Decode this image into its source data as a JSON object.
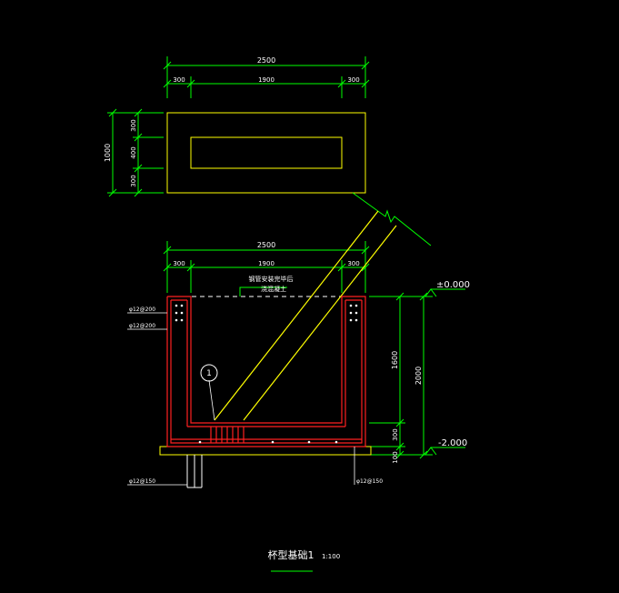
{
  "plan": {
    "dim_total": "2500",
    "dim_left": "300",
    "dim_mid": "1900",
    "dim_right": "300",
    "dim_height_total": "1000",
    "dim_top": "300",
    "dim_middle": "400",
    "dim_bottom": "300"
  },
  "section": {
    "dim_total": "2500",
    "dim_left": "300",
    "dim_mid": "1900",
    "dim_right": "300",
    "note_line1": "钢管安装完毕后",
    "note_line2": "浇混凝土",
    "level_top": "±0.000",
    "level_bottom": "-2.000",
    "dim_height_total": "2000",
    "dim_upper": "1600",
    "dim_lower": "300",
    "dim_base": "100",
    "rebar_left_1": "φ12@200",
    "rebar_left_2": "φ12@200",
    "rebar_bottom_left": "φ12@150",
    "rebar_bottom_right": "φ12@150",
    "callout": "1"
  },
  "title": {
    "name": "杯型基础1",
    "scale": "1:100"
  },
  "colors": {
    "background": "#000000",
    "dimension": "#00ff00",
    "outline": "#ffff00",
    "rebar": "#ff2020",
    "text": "#ffffff"
  }
}
